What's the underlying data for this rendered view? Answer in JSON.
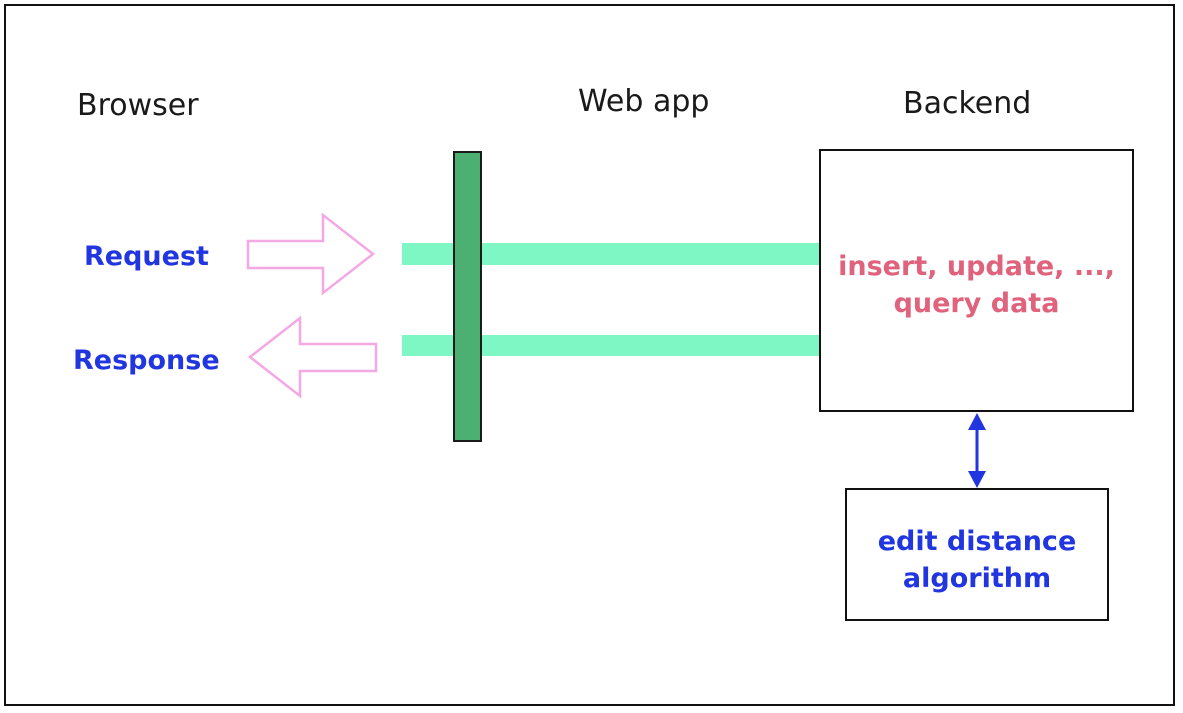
{
  "headings": {
    "browser": "Browser",
    "web_app": "Web app",
    "backend": "Backend"
  },
  "flows": {
    "request": "Request",
    "response": "Response"
  },
  "backend_box": {
    "line1": "insert, update, ...,",
    "line2": "query data"
  },
  "algorithm_box": {
    "line1": "edit distance",
    "line2": "algorithm"
  },
  "colors": {
    "label_blue": "#2236e0",
    "backend_text_pink": "#e0637d",
    "arrow_outline_pink": "#f4a8e4",
    "channel_green": "#7ff7c4",
    "web_app_bar": "#4cb073",
    "link_arrow_blue": "#2236e0"
  }
}
